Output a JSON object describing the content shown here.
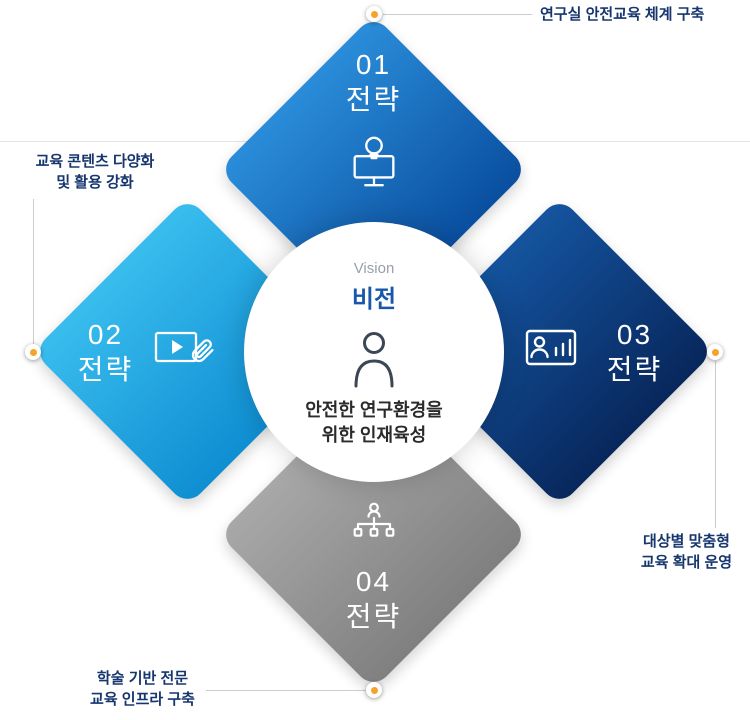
{
  "vision": {
    "label_en": "Vision",
    "label_ko": "비전",
    "description_line1": "안전한 연구환경을",
    "description_line2": "위한 인재육성"
  },
  "strategies": [
    {
      "number": "01",
      "label": "전략",
      "icon": "monitor-bulb-icon",
      "callout": {
        "line1": "연구실 안전교육 체계 구축"
      },
      "colors": {
        "from": "#2a8dd9",
        "to": "#0a4fa0"
      }
    },
    {
      "number": "02",
      "label": "전략",
      "icon": "video-attachment-icon",
      "callout": {
        "line1": "교육 콘텐츠 다양화",
        "line2": "및 활용 강화"
      },
      "colors": {
        "from": "#39bdee",
        "to": "#0f8ed2"
      }
    },
    {
      "number": "03",
      "label": "전략",
      "icon": "presenter-chart-icon",
      "callout": {
        "line1": "대상별 맞춤형",
        "line2": "교육 확대 운영"
      },
      "colors": {
        "from": "#14549f",
        "to": "#08275c"
      }
    },
    {
      "number": "04",
      "label": "전략",
      "icon": "org-chart-icon",
      "callout": {
        "line1": "학술 기반 전문",
        "line2": "교육 인프라 구축"
      },
      "colors": {
        "from": "#a8a8a8",
        "to": "#808080"
      }
    }
  ],
  "accent": {
    "dot_color": "#f5a329",
    "callout_text_color": "#16366e",
    "vision_blue": "#1a57aa",
    "line_color": "#cccccc"
  }
}
